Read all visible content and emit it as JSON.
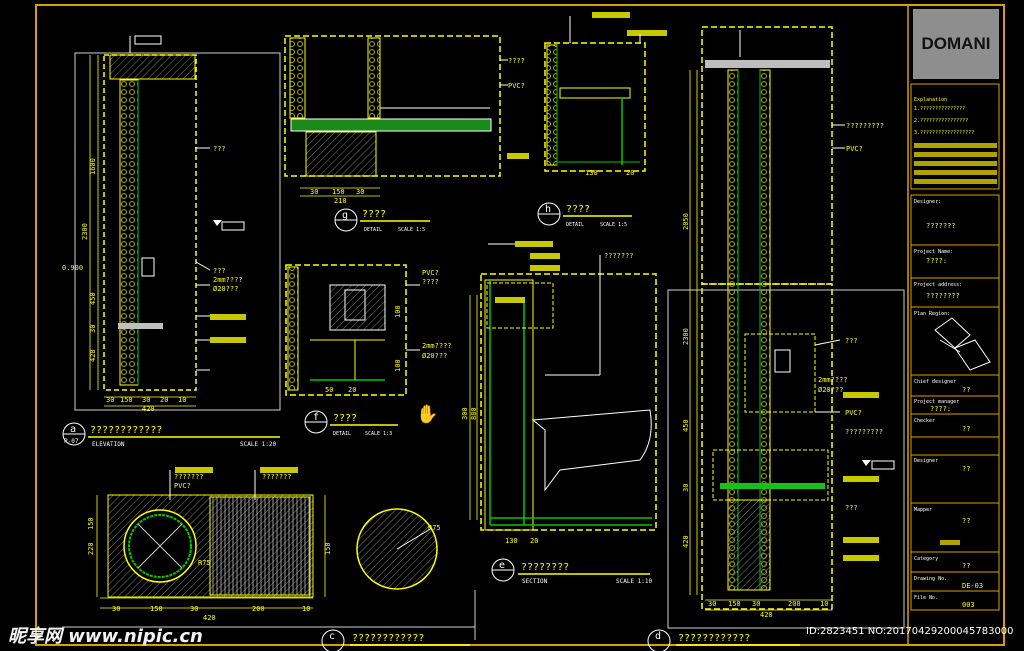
{
  "title_block": {
    "logo": "DOMANI",
    "explanation_label": "Explanation",
    "notes": [
      "1.???????????????",
      "2.????????????????",
      "3.??????????????????"
    ],
    "fields": [
      {
        "label": "Designer:",
        "value": "???????"
      },
      {
        "label": "Project Name:",
        "value": "????:"
      },
      {
        "label": "Project address:",
        "value": "????????"
      },
      {
        "label": "Plan Region:",
        "value": ""
      },
      {
        "label": "Chief designer",
        "value": "??"
      },
      {
        "label": "Project manager",
        "value": "????:"
      },
      {
        "label": "Checker",
        "value": "??"
      },
      {
        "label": "Designer",
        "value": "??"
      },
      {
        "label": "Mapper",
        "value": "??"
      },
      {
        "label": "Category",
        "value": "??"
      },
      {
        "label": "Drawing No.",
        "value": "DE-03"
      },
      {
        "label": "File No.",
        "value": "003"
      }
    ]
  },
  "details": [
    {
      "letter": "a",
      "sheet": "P-07",
      "title": "????????????",
      "subtitle": "ELEVATION",
      "scale": "SCALE 1:20"
    },
    {
      "letter": "g",
      "title": "????",
      "subtitle": "DETAIL",
      "scale": "SCALE 1:5"
    },
    {
      "letter": "h",
      "title": "????",
      "subtitle": "DETAIL",
      "scale": "SCALE 1:5"
    },
    {
      "letter": "f",
      "title": "????",
      "subtitle": "DETAIL",
      "scale": "SCALE 1:3"
    },
    {
      "letter": "e",
      "title": "????????",
      "subtitle": "SECTION",
      "scale": "SCALE 1:10"
    },
    {
      "letter": "c",
      "title": "????????????",
      "subtitle": "",
      "scale": ""
    },
    {
      "letter": "d",
      "title": "????????????",
      "subtitle": "",
      "scale": ""
    }
  ],
  "annotations": {
    "pvc": "PVC?",
    "q3": "???",
    "q4": "????",
    "q7": "???????",
    "q9": "?????????",
    "mm2": "2mm????",
    "d20": "Ø20???",
    "r75": "R75",
    "elev": "0.900"
  },
  "dims": {
    "a_bottom": [
      "30",
      "150",
      "30",
      "20",
      "10"
    ],
    "a_total": "420",
    "a_side": [
      "1600",
      "2300",
      "450",
      "30",
      "420"
    ],
    "g_bottom": [
      "30",
      "150",
      "30"
    ],
    "g_total": "210",
    "h_bottom": [
      "130",
      "20"
    ],
    "f_bottom": [
      "50",
      "20"
    ],
    "f_side": [
      "100",
      "100"
    ],
    "e_bottom": [
      "130",
      "20"
    ],
    "e_side": [
      "300",
      "880"
    ],
    "plan_bottom": [
      "30",
      "150",
      "30",
      "200",
      "10"
    ],
    "plan_total": "420",
    "plan_side": [
      "150",
      "220",
      "150"
    ],
    "right_side": [
      "2050",
      "2300",
      "450",
      "30",
      "420"
    ],
    "right_bottom": [
      "30",
      "150",
      "30",
      "200",
      "10"
    ],
    "right_total": "420"
  },
  "watermark": {
    "site": "昵享网 www.nipic.cn",
    "id": "ID:2823451 NO:20170429200045783000"
  }
}
